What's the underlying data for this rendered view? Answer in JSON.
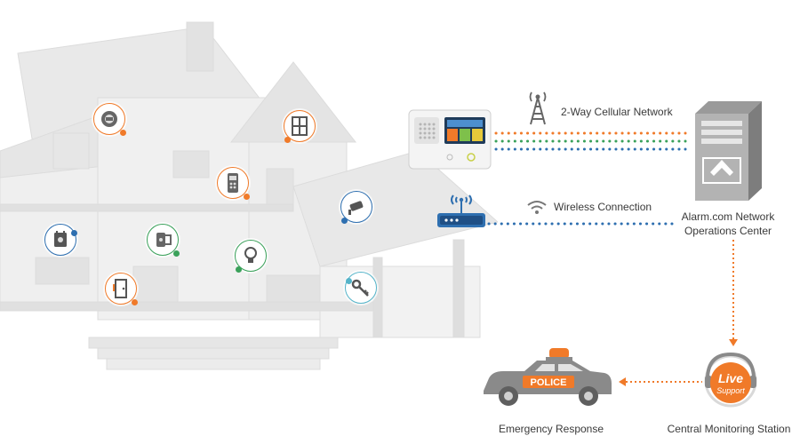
{
  "labels": {
    "cellular": "2-Way Cellular Network",
    "wireless": "Wireless Connection",
    "operations_line1": "Alarm.com Network",
    "operations_line2": "Operations Center",
    "emergency": "Emergency Response",
    "central": "Central Monitoring Station",
    "police_text": "POLICE",
    "live_text": "Live",
    "support_text": "Support"
  },
  "colors": {
    "orange": "#f07a29",
    "green": "#3aa15a",
    "blue": "#2e6fb0",
    "teal": "#55b4c9",
    "gray": "#8a8a8a",
    "dark_gray": "#666666"
  },
  "devices": [
    {
      "name": "smoke-detector-icon",
      "accent": "orange"
    },
    {
      "name": "window-sensor-icon",
      "accent": "orange"
    },
    {
      "name": "keyfob-remote-icon",
      "accent": "orange"
    },
    {
      "name": "thermostat-icon",
      "accent": "blue"
    },
    {
      "name": "smart-lock-icon",
      "accent": "green"
    },
    {
      "name": "light-bulb-icon",
      "accent": "green"
    },
    {
      "name": "door-sensor-icon",
      "accent": "orange"
    },
    {
      "name": "camera-icon",
      "accent": "blue"
    },
    {
      "name": "key-icon",
      "accent": "teal"
    }
  ]
}
